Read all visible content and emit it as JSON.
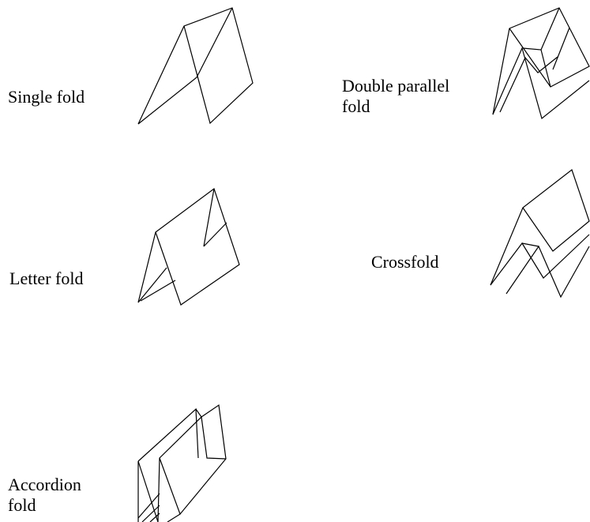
{
  "labels": {
    "single_fold": "Single fold",
    "double_parallel_fold": "Double parallel\nfold",
    "letter_fold": "Letter fold",
    "crossfold": "Crossfold",
    "accordion_fold": "Accordion\nfold"
  },
  "colors": {
    "line": "#000000",
    "text": "#000000",
    "background": "#ffffff"
  }
}
